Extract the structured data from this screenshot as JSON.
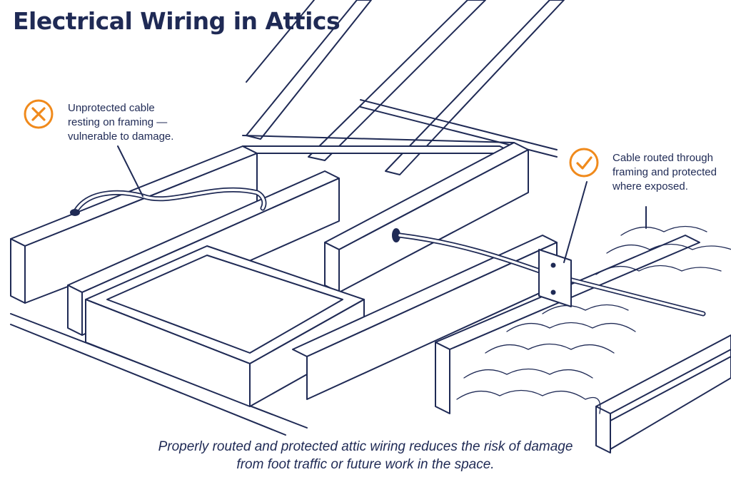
{
  "title": "Electrical Wiring in Attics",
  "callouts": {
    "bad": {
      "icon": "x-circle-icon",
      "color": "#f08a1c",
      "lines": [
        "Unprotected cable",
        "resting on framing —",
        "vulnerable to damage."
      ]
    },
    "good": {
      "icon": "check-circle-icon",
      "color": "#f08a1c",
      "lines": [
        "Cable routed through",
        "framing and protected",
        "where exposed."
      ]
    }
  },
  "caption": {
    "lines": [
      "Properly routed and protected attic wiring reduces the risk of damage",
      "from foot traffic or future work in the space."
    ]
  },
  "colors": {
    "ink": "#1f2a55",
    "accent": "#f08a1c",
    "background": "#ffffff"
  }
}
